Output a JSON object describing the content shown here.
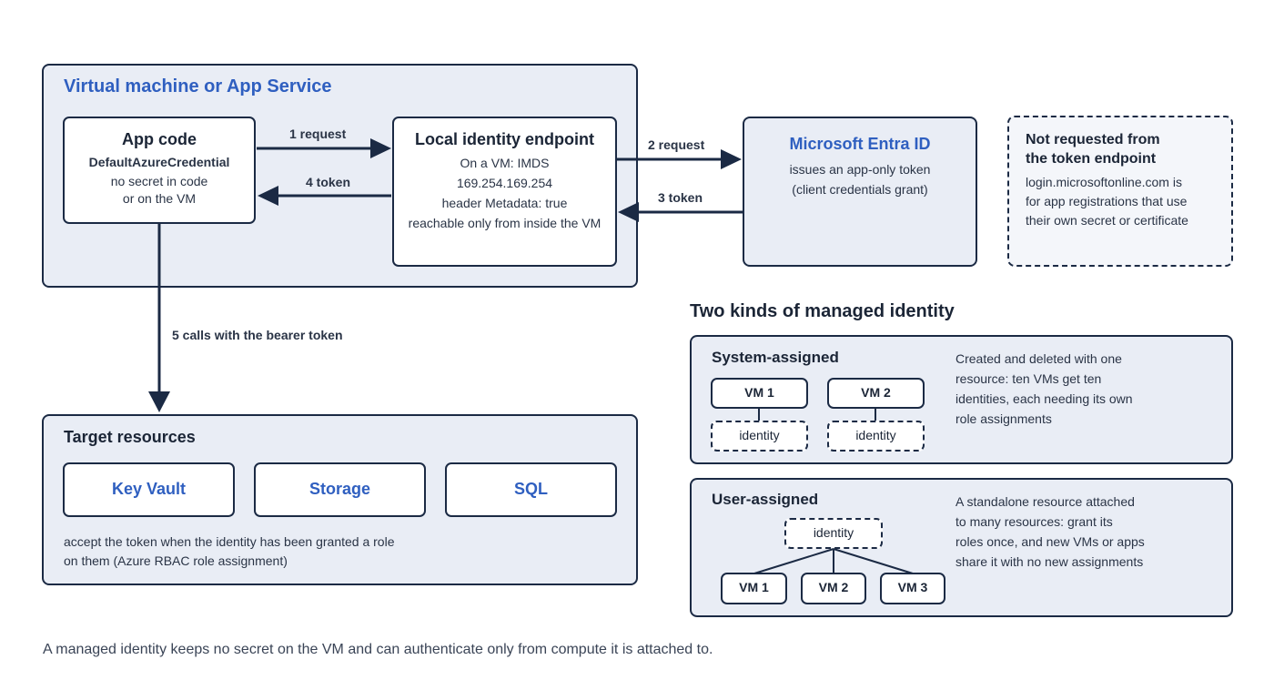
{
  "vm_panel": {
    "title": "Virtual machine or App Service",
    "app_code": {
      "title": "App code",
      "credential": "DefaultAzureCredential",
      "line1": "no secret in code",
      "line2": "or on the VM"
    },
    "endpoint": {
      "title": "Local identity endpoint",
      "line1": "On a VM: IMDS",
      "line2": "169.254.169.254",
      "line3": "header Metadata: true",
      "line4": "reachable only from inside the VM"
    }
  },
  "arrows": {
    "a1": "1 request",
    "a2": "2 request",
    "a3": "3 token",
    "a4": "4 token",
    "a5": "5 calls with the bearer token"
  },
  "entra": {
    "title": "Microsoft Entra ID",
    "line1": "issues an app-only token",
    "line2": "(client credentials grant)"
  },
  "note": {
    "title_line1": "Not requested from",
    "title_line2": "the token endpoint",
    "line1": "login.microsoftonline.com is",
    "line2": "for app registrations that use",
    "line3": "their own secret or certificate"
  },
  "targets": {
    "title": "Target resources",
    "resources": [
      "Key Vault",
      "Storage",
      "SQL"
    ],
    "desc1": "accept the token when the identity has been granted a role",
    "desc2": "on them (Azure RBAC role assignment)"
  },
  "kinds": {
    "heading": "Two kinds of managed identity",
    "system": {
      "title": "System-assigned",
      "vms": [
        "VM 1",
        "VM 2"
      ],
      "identity_label": "identity",
      "desc": [
        "Created and deleted with one",
        "resource: ten VMs get ten",
        "identities, each needing its own",
        "role assignments"
      ]
    },
    "user": {
      "title": "User-assigned",
      "identity_label": "identity",
      "vms": [
        "VM 1",
        "VM 2",
        "VM 3"
      ],
      "desc": [
        "A standalone resource attached",
        "to many resources: grant its",
        "roles once, and new VMs or apps",
        "share it with no new assignments"
      ]
    }
  },
  "footer": "A managed identity keeps no secret on the VM and can authenticate only from compute it is attached to.",
  "colors": {
    "accent": "#2f5fc0",
    "ink": "#1b2a44",
    "panel": "#e9edf5"
  }
}
